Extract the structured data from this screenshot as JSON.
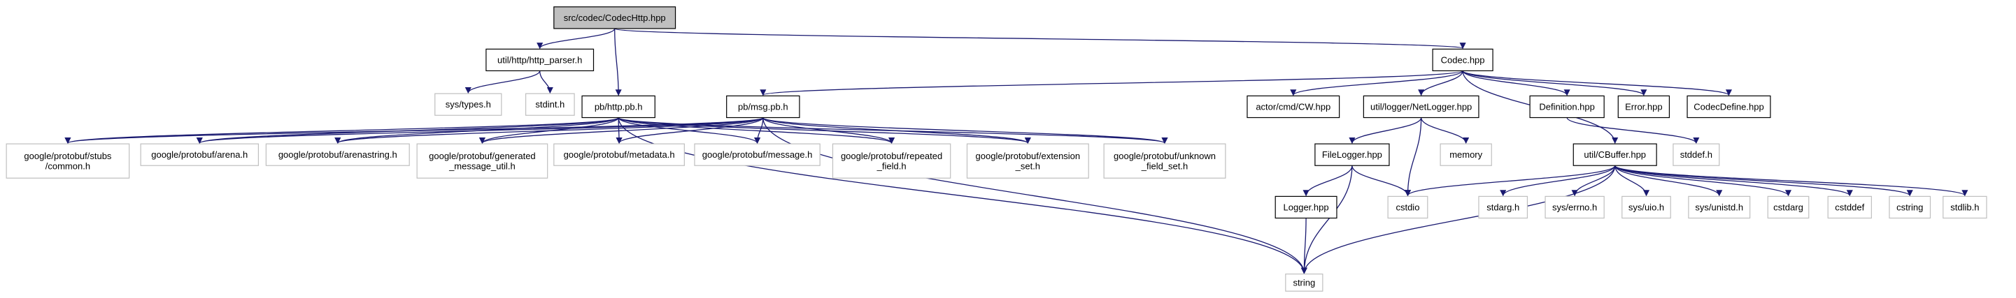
{
  "colors": {
    "edge": "#191970",
    "border_documented": "#000000",
    "border_external": "#bfbfbf",
    "fill_root": "#bfbfbf",
    "fill_default": "#ffffff"
  },
  "nodes": [
    {
      "id": "root",
      "label": [
        "src/codec/CodecHttp.hpp"
      ],
      "kind": "root"
    },
    {
      "id": "http_parser",
      "label": [
        "util/http/http_parser.h"
      ],
      "kind": "doc"
    },
    {
      "id": "codec",
      "label": [
        "Codec.hpp"
      ],
      "kind": "doc"
    },
    {
      "id": "sys_types",
      "label": [
        "sys/types.h"
      ],
      "kind": "ext"
    },
    {
      "id": "stdint",
      "label": [
        "stdint.h"
      ],
      "kind": "ext"
    },
    {
      "id": "http_pb",
      "label": [
        "pb/http.pb.h"
      ],
      "kind": "doc"
    },
    {
      "id": "msg_pb",
      "label": [
        "pb/msg.pb.h"
      ],
      "kind": "doc"
    },
    {
      "id": "cw",
      "label": [
        "actor/cmd/CW.hpp"
      ],
      "kind": "doc"
    },
    {
      "id": "netlogger",
      "label": [
        "util/logger/NetLogger.hpp"
      ],
      "kind": "doc"
    },
    {
      "id": "definition",
      "label": [
        "Definition.hpp"
      ],
      "kind": "doc"
    },
    {
      "id": "error",
      "label": [
        "Error.hpp"
      ],
      "kind": "doc"
    },
    {
      "id": "codecdefine",
      "label": [
        "CodecDefine.hpp"
      ],
      "kind": "doc"
    },
    {
      "id": "stubs_common",
      "label": [
        "google/protobuf/stubs",
        "/common.h"
      ],
      "kind": "ext"
    },
    {
      "id": "arena",
      "label": [
        "google/protobuf/arena.h"
      ],
      "kind": "ext"
    },
    {
      "id": "arenastring",
      "label": [
        "google/protobuf/arenastring.h"
      ],
      "kind": "ext"
    },
    {
      "id": "gen_msg_util",
      "label": [
        "google/protobuf/generated",
        "_message_util.h"
      ],
      "kind": "ext"
    },
    {
      "id": "metadata",
      "label": [
        "google/protobuf/metadata.h"
      ],
      "kind": "ext"
    },
    {
      "id": "message",
      "label": [
        "google/protobuf/message.h"
      ],
      "kind": "ext"
    },
    {
      "id": "repeated_field",
      "label": [
        "google/protobuf/repeated",
        "_field.h"
      ],
      "kind": "ext"
    },
    {
      "id": "extension_set",
      "label": [
        "google/protobuf/extension",
        "_set.h"
      ],
      "kind": "ext"
    },
    {
      "id": "unknown_field_set",
      "label": [
        "google/protobuf/unknown",
        "_field_set.h"
      ],
      "kind": "ext"
    },
    {
      "id": "memory",
      "label": [
        "memory"
      ],
      "kind": "ext"
    },
    {
      "id": "filelogger",
      "label": [
        "FileLogger.hpp"
      ],
      "kind": "doc"
    },
    {
      "id": "cbuffer",
      "label": [
        "util/CBuffer.hpp"
      ],
      "kind": "doc"
    },
    {
      "id": "stddef_h",
      "label": [
        "stddef.h"
      ],
      "kind": "ext"
    },
    {
      "id": "logger",
      "label": [
        "Logger.hpp"
      ],
      "kind": "doc"
    },
    {
      "id": "cstdio",
      "label": [
        "cstdio"
      ],
      "kind": "ext"
    },
    {
      "id": "stdarg_h",
      "label": [
        "stdarg.h"
      ],
      "kind": "ext"
    },
    {
      "id": "errno_h",
      "label": [
        "sys/errno.h"
      ],
      "kind": "ext"
    },
    {
      "id": "uio_h",
      "label": [
        "sys/uio.h"
      ],
      "kind": "ext"
    },
    {
      "id": "unistd_h",
      "label": [
        "sys/unistd.h"
      ],
      "kind": "ext"
    },
    {
      "id": "cstdarg",
      "label": [
        "cstdarg"
      ],
      "kind": "ext"
    },
    {
      "id": "cstddef",
      "label": [
        "cstddef"
      ],
      "kind": "ext"
    },
    {
      "id": "cstring",
      "label": [
        "cstring"
      ],
      "kind": "ext"
    },
    {
      "id": "stdlib_h",
      "label": [
        "stdlib.h"
      ],
      "kind": "ext"
    },
    {
      "id": "string",
      "label": [
        "string"
      ],
      "kind": "ext"
    }
  ],
  "edges": [
    [
      "root",
      "http_parser"
    ],
    [
      "root",
      "codec"
    ],
    [
      "root",
      "http_pb"
    ],
    [
      "http_parser",
      "sys_types"
    ],
    [
      "http_parser",
      "stdint"
    ],
    [
      "codec",
      "msg_pb"
    ],
    [
      "codec",
      "cw"
    ],
    [
      "codec",
      "netlogger"
    ],
    [
      "codec",
      "definition"
    ],
    [
      "codec",
      "error"
    ],
    [
      "codec",
      "codecdefine"
    ],
    [
      "codec",
      "cbuffer"
    ],
    [
      "http_pb",
      "stubs_common"
    ],
    [
      "http_pb",
      "arena"
    ],
    [
      "http_pb",
      "arenastring"
    ],
    [
      "http_pb",
      "gen_msg_util"
    ],
    [
      "http_pb",
      "metadata"
    ],
    [
      "http_pb",
      "message"
    ],
    [
      "http_pb",
      "repeated_field"
    ],
    [
      "http_pb",
      "extension_set"
    ],
    [
      "http_pb",
      "unknown_field_set"
    ],
    [
      "http_pb",
      "string"
    ],
    [
      "msg_pb",
      "stubs_common"
    ],
    [
      "msg_pb",
      "arena"
    ],
    [
      "msg_pb",
      "arenastring"
    ],
    [
      "msg_pb",
      "gen_msg_util"
    ],
    [
      "msg_pb",
      "metadata"
    ],
    [
      "msg_pb",
      "message"
    ],
    [
      "msg_pb",
      "repeated_field"
    ],
    [
      "msg_pb",
      "extension_set"
    ],
    [
      "msg_pb",
      "unknown_field_set"
    ],
    [
      "msg_pb",
      "string"
    ],
    [
      "netlogger",
      "filelogger"
    ],
    [
      "netlogger",
      "memory"
    ],
    [
      "netlogger",
      "cstdio"
    ],
    [
      "definition",
      "stddef_h"
    ],
    [
      "filelogger",
      "logger"
    ],
    [
      "filelogger",
      "cstdio"
    ],
    [
      "filelogger",
      "string"
    ],
    [
      "logger",
      "string"
    ],
    [
      "cbuffer",
      "cstdio"
    ],
    [
      "cbuffer",
      "stdarg_h"
    ],
    [
      "cbuffer",
      "errno_h"
    ],
    [
      "cbuffer",
      "uio_h"
    ],
    [
      "cbuffer",
      "unistd_h"
    ],
    [
      "cbuffer",
      "cstdarg"
    ],
    [
      "cbuffer",
      "cstddef"
    ],
    [
      "cbuffer",
      "cstring"
    ],
    [
      "cbuffer",
      "stdlib_h"
    ],
    [
      "cbuffer",
      "string"
    ]
  ]
}
